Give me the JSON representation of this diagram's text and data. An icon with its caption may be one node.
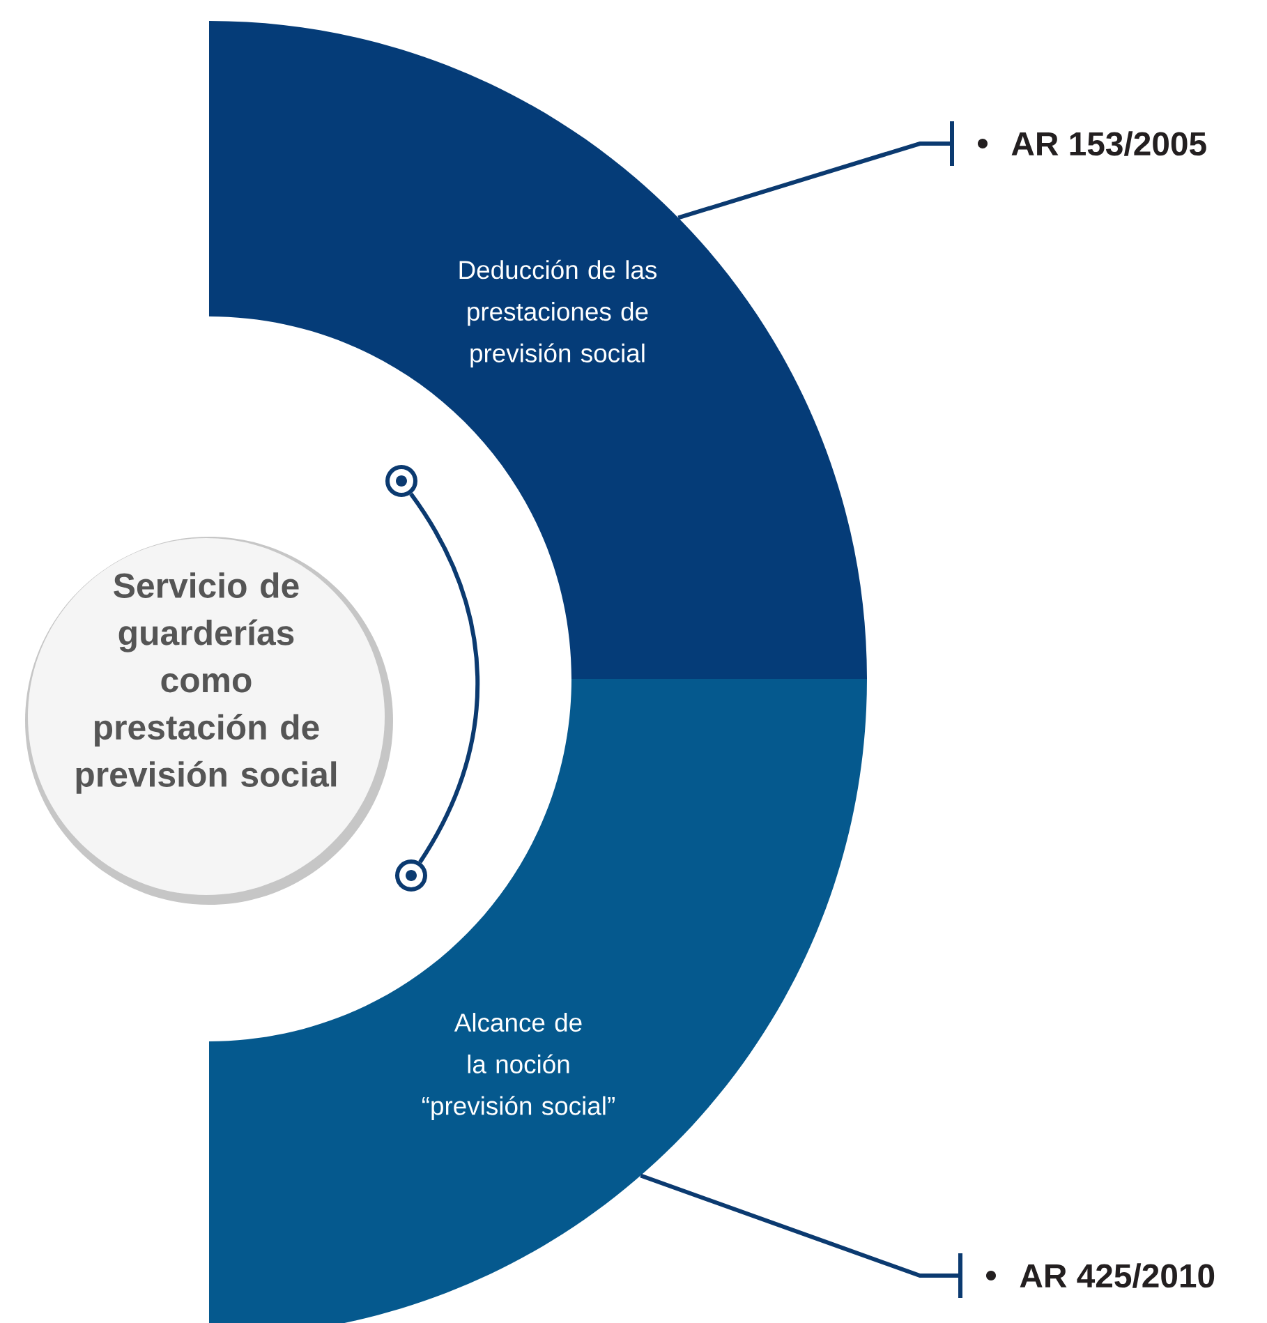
{
  "diagram": {
    "nodes": [
      {
        "text": [
          "Deducción de las prestaciones de previsión social"
        ]
      },
      {
        "text": [
          "Alcance de la noción “previsión social”"
        ]
      },
      {
        "text": [
          "Servicio de guarderías como prestación de previsión social"
        ]
      },
      {
        "text": [
          "AR 153/2005"
        ]
      },
      {
        "text": [
          "AR 425/2010"
        ]
      },
      {
        "text": [],
        "shape": "circle"
      },
      {
        "text": [],
        "shape": "circle"
      }
    ],
    "edges": [
      {
        "from": 0,
        "to": 3,
        "arrow": "none"
      },
      {
        "from": 1,
        "to": 4,
        "arrow": "none"
      },
      {
        "from": 5,
        "to": 6,
        "arrow": "none"
      }
    ]
  }
}
